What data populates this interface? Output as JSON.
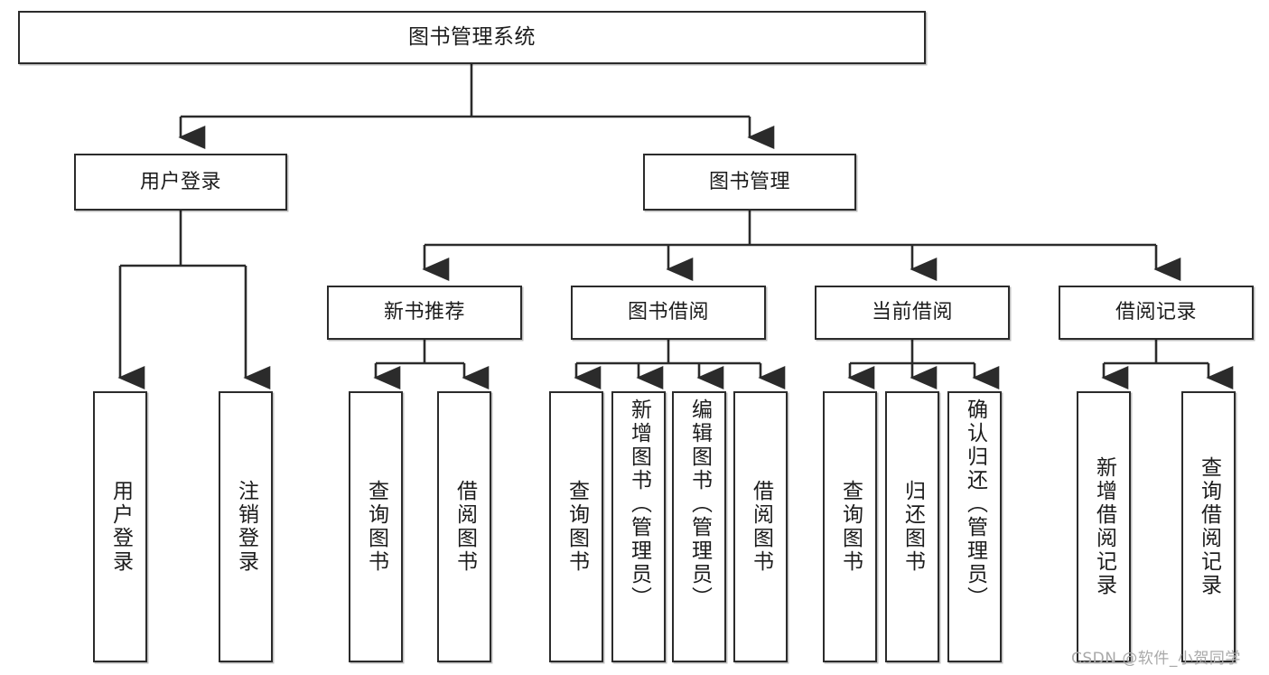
{
  "diagram": {
    "title_node": {
      "label": "图书管理系统"
    },
    "level2": [
      {
        "id": "user-login",
        "label": "用户登录"
      },
      {
        "id": "book-management",
        "label": "图书管理"
      }
    ],
    "level3": [
      {
        "id": "new-book-recommend",
        "label": "新书推荐"
      },
      {
        "id": "book-borrow",
        "label": "图书借阅"
      },
      {
        "id": "current-borrow",
        "label": "当前借阅"
      },
      {
        "id": "borrow-record",
        "label": "借阅记录"
      }
    ],
    "leaves": [
      {
        "id": "leaf-user-login",
        "label": "用户登录",
        "group": "user-login"
      },
      {
        "id": "leaf-logout",
        "label": "注销登录",
        "group": "user-login"
      },
      {
        "id": "leaf-query-book-1",
        "label": "查询图书",
        "group": "new-book-recommend"
      },
      {
        "id": "leaf-borrow-book-1",
        "label": "借阅图书",
        "group": "new-book-recommend"
      },
      {
        "id": "leaf-query-book-2",
        "label": "查询图书",
        "group": "book-borrow"
      },
      {
        "id": "leaf-add-book",
        "label": "新增图书（管理员）",
        "group": "book-borrow"
      },
      {
        "id": "leaf-edit-book",
        "label": "编辑图书（管理员）",
        "group": "book-borrow"
      },
      {
        "id": "leaf-borrow-book-2",
        "label": "借阅图书",
        "group": "book-borrow"
      },
      {
        "id": "leaf-query-book-3",
        "label": "查询图书",
        "group": "current-borrow"
      },
      {
        "id": "leaf-return-book",
        "label": "归还图书",
        "group": "current-borrow"
      },
      {
        "id": "leaf-confirm-return",
        "label": "确认归还（管理员）",
        "group": "current-borrow"
      },
      {
        "id": "leaf-add-record",
        "label": "新增借阅记录",
        "group": "borrow-record"
      },
      {
        "id": "leaf-query-record",
        "label": "查询借阅记录",
        "group": "borrow-record"
      }
    ],
    "watermark": "CSDN @软件_小贺同学",
    "colors": {
      "stroke": "#2b2b2b",
      "background": "#ffffff",
      "text": "#1c1c1c",
      "watermark": "#a9a9a9"
    }
  }
}
